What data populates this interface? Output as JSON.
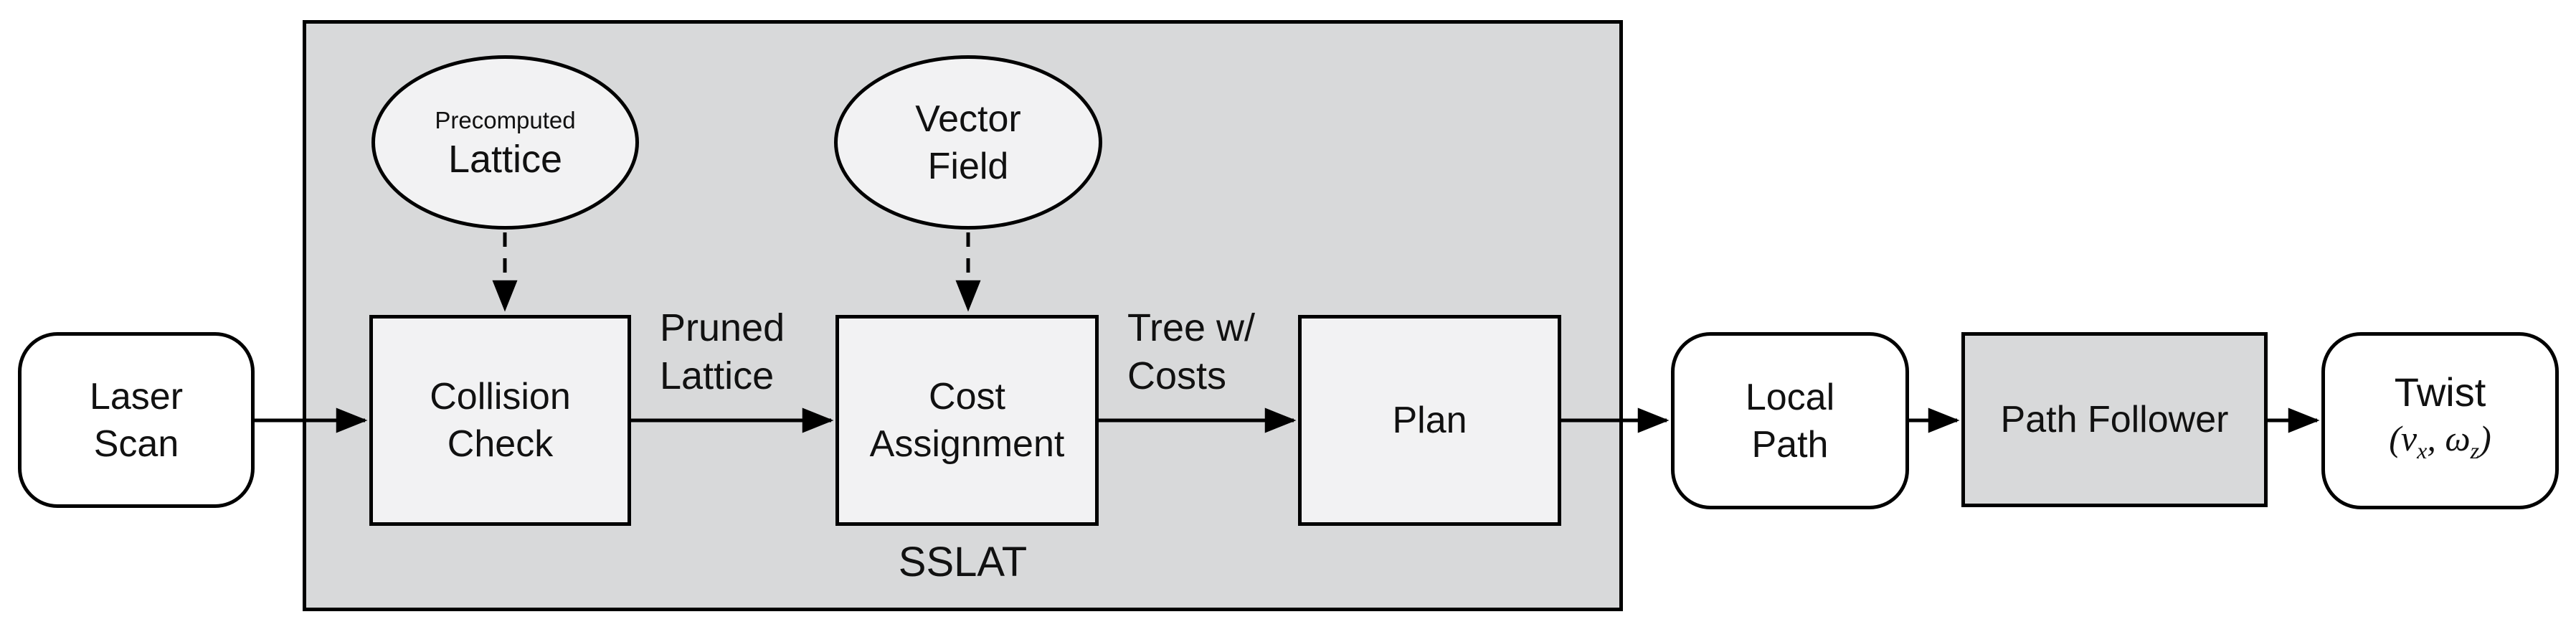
{
  "diagram": {
    "container": {
      "title": "SSLAT"
    },
    "nodes": {
      "laser_scan": {
        "line1": "Laser",
        "line2": "Scan"
      },
      "precomputed_lattice": {
        "line1": "Precomputed",
        "line2": "Lattice"
      },
      "vector_field": {
        "line1": "Vector",
        "line2": "Field"
      },
      "collision_check": {
        "line1": "Collision",
        "line2": "Check"
      },
      "cost_assignment": {
        "line1": "Cost",
        "line2": "Assignment"
      },
      "plan": {
        "label": "Plan"
      },
      "local_path": {
        "line1": "Local",
        "line2": "Path"
      },
      "path_follower": {
        "label": "Path Follower"
      },
      "twist": {
        "label": "Twist",
        "paren_open": "(",
        "var1": "v",
        "var1_sub": "x",
        "separator": ", ",
        "var2": "ω",
        "var2_sub": "z",
        "paren_close": ")"
      }
    },
    "edge_labels": {
      "pruned_lattice": {
        "line1": "Pruned",
        "line2": "Lattice"
      },
      "tree_w_costs": {
        "line1": "Tree w/",
        "line2": "Costs"
      }
    },
    "colors": {
      "container_fill": "#d8d9da",
      "process_fill": "#f2f2f3",
      "terminal_fill": "#ffffff",
      "stroke": "#000000"
    }
  }
}
